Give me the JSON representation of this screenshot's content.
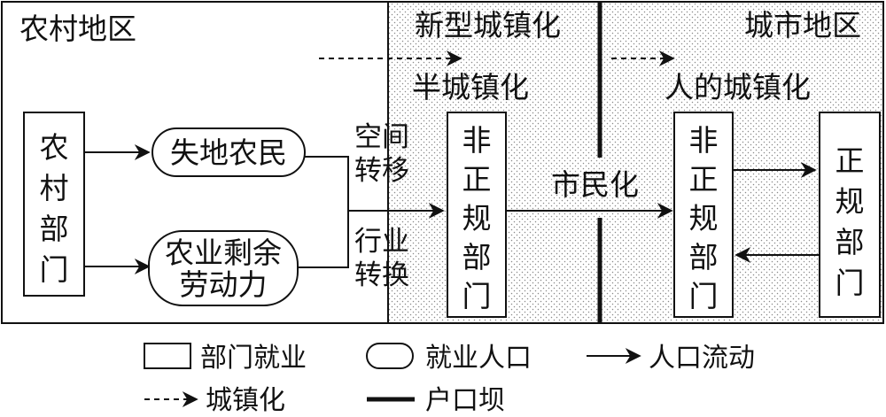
{
  "regions": {
    "rural": "农村地区",
    "new_urbanization": "新型城镇化",
    "urban": "城市地区"
  },
  "stages": {
    "semi_urbanization": "半城镇化",
    "human_urbanization": "人的城镇化"
  },
  "nodes": {
    "rural_sector": [
      "农",
      "村",
      "部",
      "门"
    ],
    "landless_farmers": "失地农民",
    "surplus_labor": [
      "农业剩余",
      "劳动力"
    ],
    "informal_sector_semi": [
      "非",
      "正",
      "规",
      "部",
      "门"
    ],
    "informal_sector_urban": [
      "非",
      "正",
      "规",
      "部",
      "门"
    ],
    "formal_sector": [
      "正",
      "规",
      "部",
      "门"
    ]
  },
  "flow_labels": {
    "spatial_transfer": [
      "空间",
      "转移"
    ],
    "industry_change": [
      "行业",
      "转换"
    ],
    "citizenization": "市民化"
  },
  "legend": {
    "sector_employment": "部门就业",
    "employed_population": "就业人口",
    "population_flow": "人口流动",
    "urbanization": "城镇化",
    "hukou_barrier": "户口坝"
  },
  "colors": {
    "line": "#111111",
    "dot_pattern": "#8a8a8a",
    "background": "#ffffff"
  }
}
